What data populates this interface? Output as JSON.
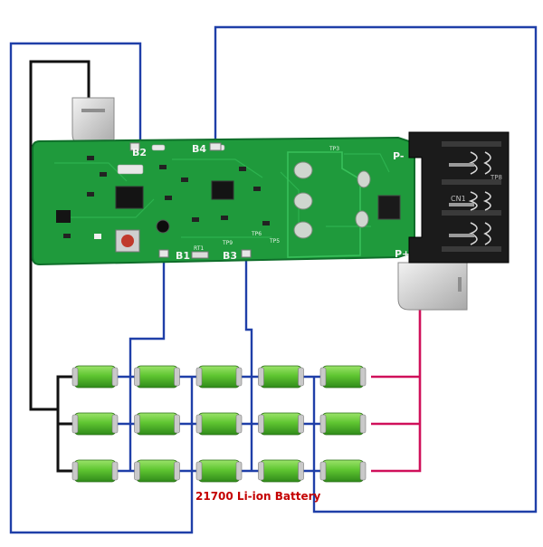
{
  "colors": {
    "blue_wire": "#1f3fa8",
    "black_wire": "#111111",
    "red_wire": "#d0105a",
    "pcb_green": "#1f9a3c",
    "pcb_edge": "#0f6e2a",
    "cell_green": "#6fcf3f",
    "connector_black": "#1b1b1b",
    "caption_red": "#c40000"
  },
  "pads": {
    "b1": "B1",
    "b2": "B2",
    "b3": "B3",
    "b4": "B4",
    "p_minus": "P-",
    "p_plus": "P+"
  },
  "board_texts": {
    "tp3": "TP3",
    "tp5": "TP5",
    "tp6": "TP6",
    "tp9": "TP9",
    "rt1": "RT1",
    "cn1": "CN1",
    "tp8": "TP8"
  },
  "caption": "21700 Li-ion Battery",
  "battery": {
    "rows": 3,
    "columns": 5
  }
}
